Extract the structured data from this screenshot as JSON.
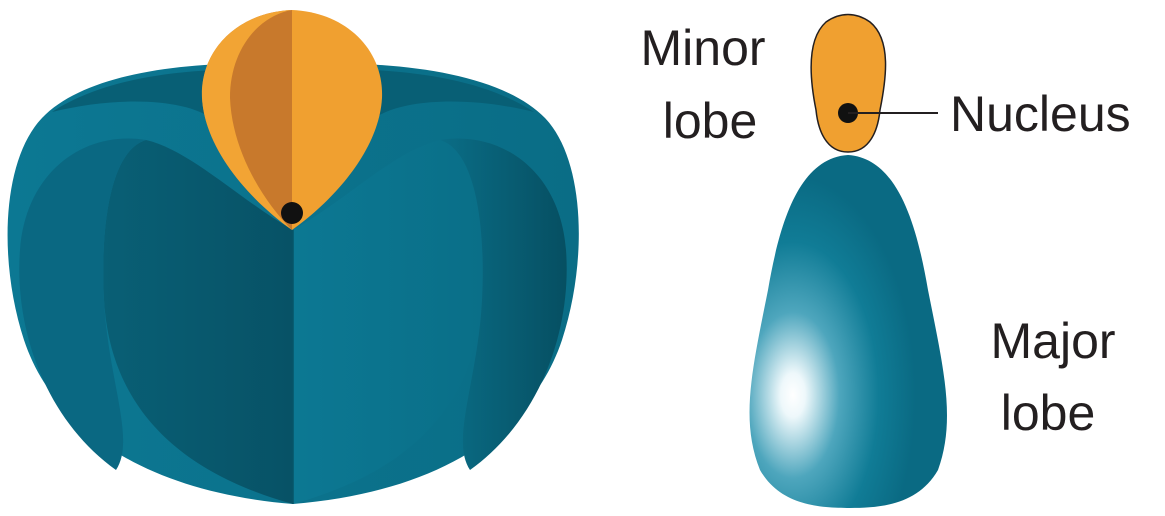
{
  "labels": {
    "minor_lobe": [
      "Minor",
      "lobe"
    ],
    "nucleus": "Nucleus",
    "major_lobe": [
      "Major",
      "lobe"
    ]
  },
  "colors": {
    "major_lobe": "#0b7590",
    "major_lobe_dark": "#07586d",
    "minor_lobe": "#f0a030",
    "minor_lobe_dark": "#c8792c",
    "nucleus": "#111111",
    "text": "#231f20"
  }
}
